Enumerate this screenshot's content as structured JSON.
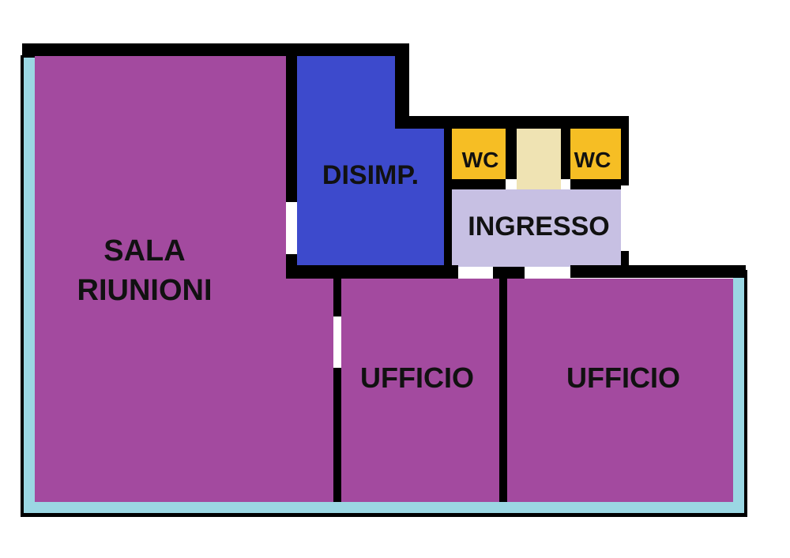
{
  "colors": {
    "meeting_room": "#a34a9f",
    "hallway": "#3d4acc",
    "wc": "#f6be24",
    "wc_passage": "#efe3b3",
    "entrance": "#c7c0e3",
    "office": "#a34a9f",
    "wall": "#000000",
    "glazing": "#9bd7e3",
    "label": "#111111"
  },
  "rooms": {
    "sala_riunioni": {
      "line1": "SALA",
      "line2": "RIUNIONI"
    },
    "disimpegno": {
      "label": "DISIMP."
    },
    "wc_left": {
      "label": "WC"
    },
    "wc_right": {
      "label": "WC"
    },
    "ingresso": {
      "label": "INGRESSO"
    },
    "ufficio_left": {
      "label": "UFFICIO"
    },
    "ufficio_right": {
      "label": "UFFICIO"
    }
  }
}
